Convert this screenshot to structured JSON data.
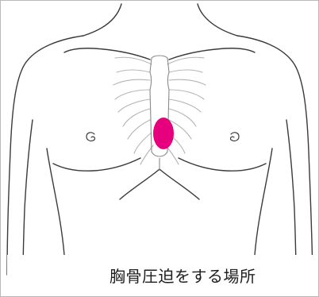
{
  "caption": "胸骨圧迫をする場所",
  "colors": {
    "marker": "#e6007e",
    "line": "#3a3a3a",
    "rib": "#b4b4b4",
    "background": "#ffffff"
  },
  "icons": {
    "torso": "torso-outline-drawing",
    "marker": "compression-point-marker"
  }
}
